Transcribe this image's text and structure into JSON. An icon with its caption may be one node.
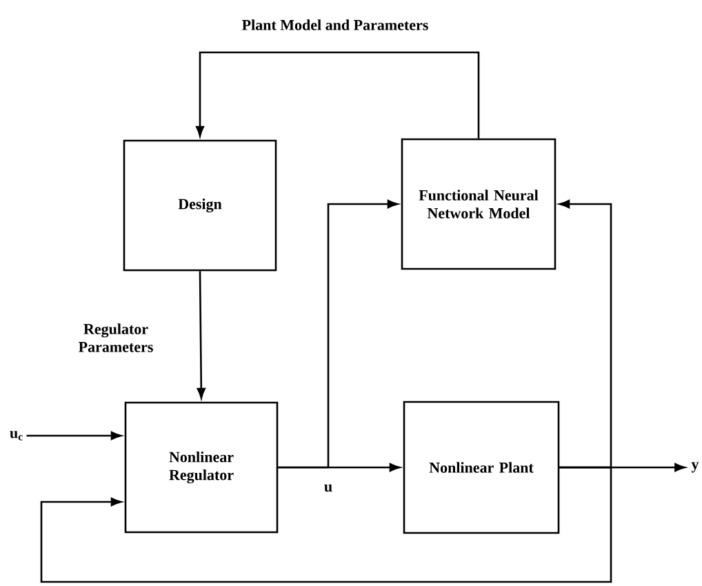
{
  "diagram": {
    "nodes": [
      {
        "text": [
          "Design"
        ]
      },
      {
        "text": [
          "Functional Neural Network Model"
        ]
      },
      {
        "text": [
          "Nonlinear Regulator"
        ]
      },
      {
        "text": [
          "Nonlinear Plant"
        ]
      },
      {
        "text": [
          "u$_{c}$"
        ]
      },
      {
        "text": [
          "y"
        ]
      }
    ],
    "edges": [
      {
        "from": 1,
        "to": 0,
        "arrow": "to",
        "label": "Plant Model and Parameters"
      },
      {
        "from": 0,
        "to": 2,
        "arrow": "to",
        "label": "Regulator Parameters"
      },
      {
        "from": 4,
        "to": 2,
        "arrow": "to"
      },
      {
        "from": 2,
        "to": 3,
        "arrow": "to",
        "label": "u"
      },
      {
        "from": 2,
        "to": 1,
        "arrow": "to"
      },
      {
        "from": 3,
        "to": 5,
        "arrow": "to"
      },
      {
        "from": 3,
        "to": 1,
        "arrow": "to"
      },
      {
        "from": 3,
        "to": 2,
        "arrow": "to"
      }
    ]
  }
}
